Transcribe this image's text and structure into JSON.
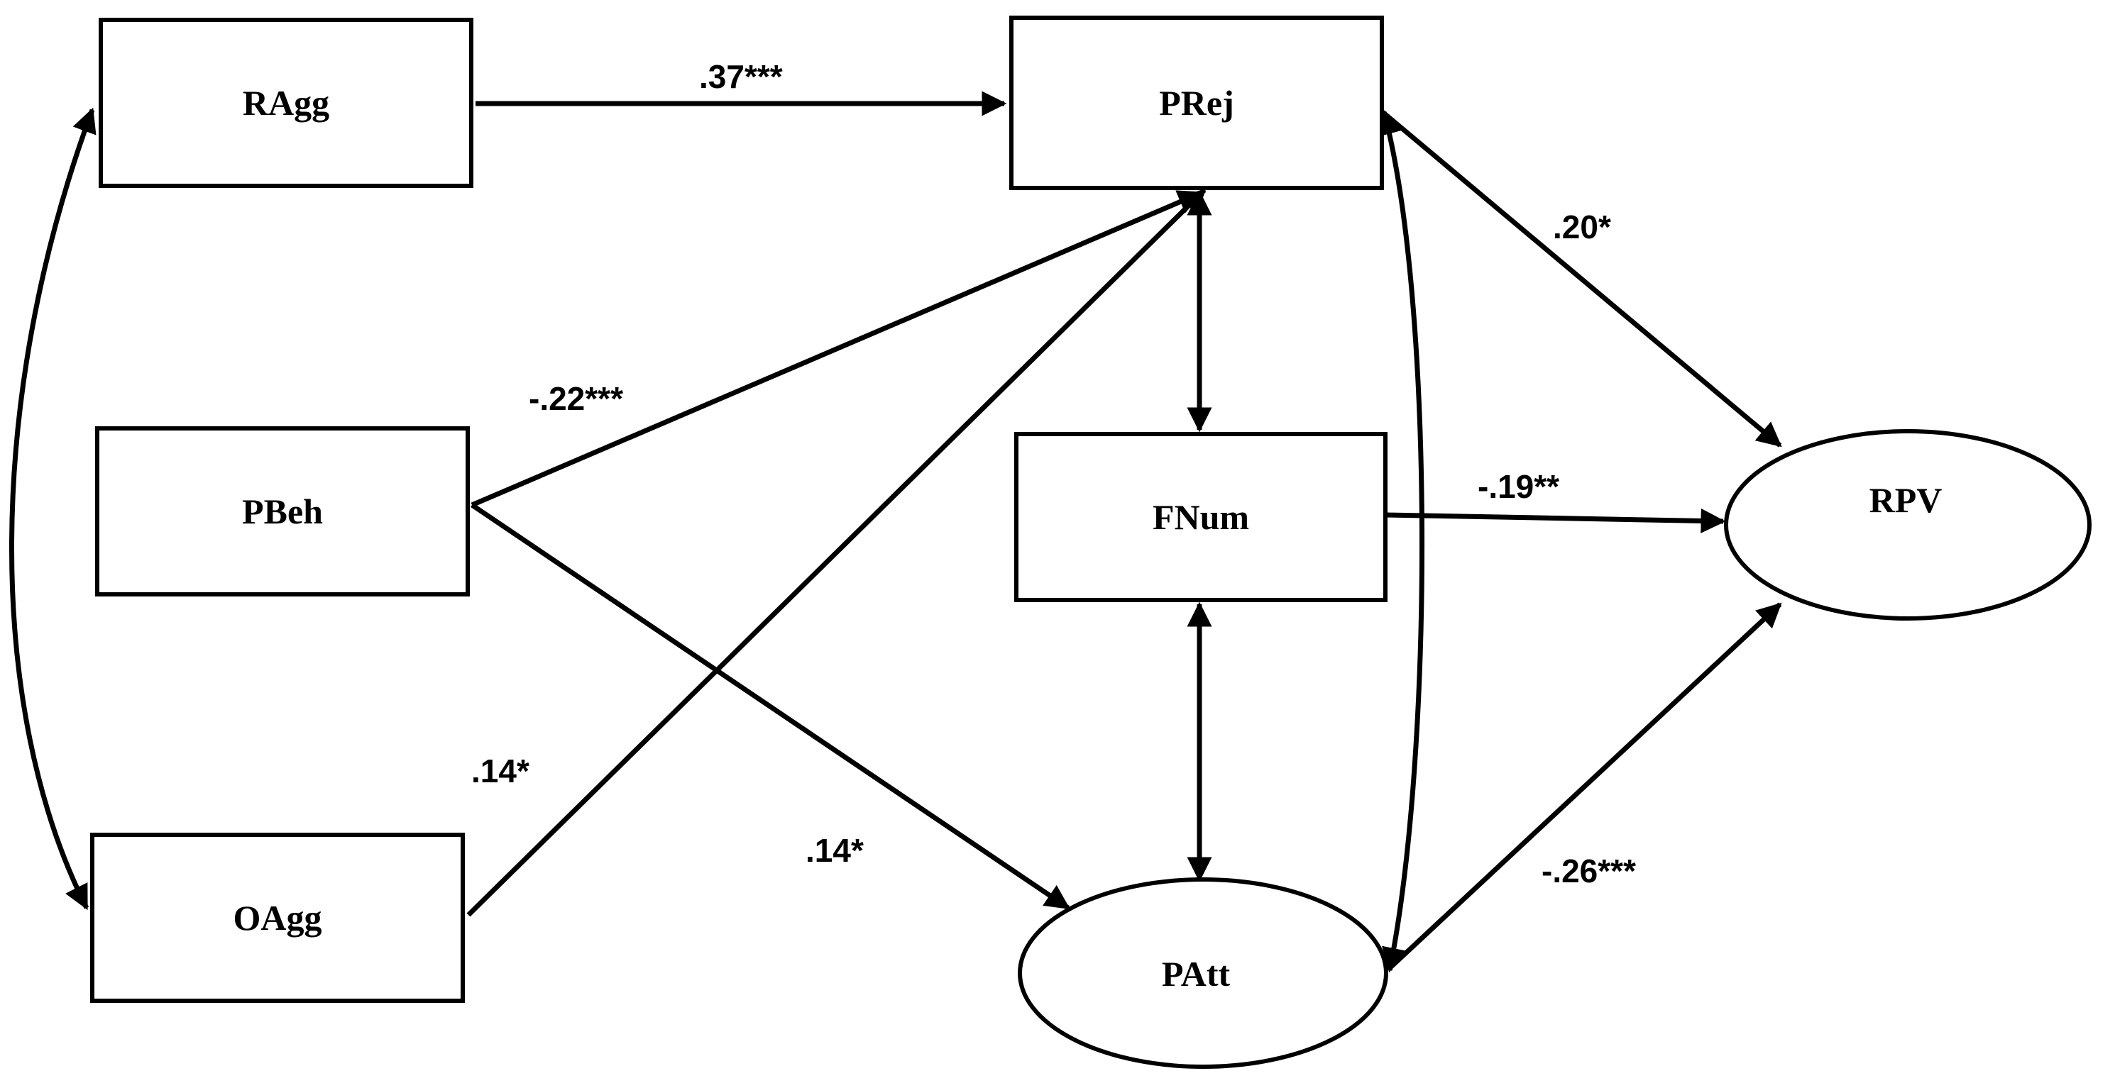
{
  "nodes": {
    "ragg": "RAgg",
    "pbeh": "PBeh",
    "oagg": "OAgg",
    "prej": "PRej",
    "fnum": "FNum",
    "patt": "PAtt",
    "rpv": "RPV"
  },
  "coefficients": {
    "ragg_prej": ".37***",
    "pbeh_prej": "-.22***",
    "oagg_prej": ".14*",
    "pbeh_patt": ".14*",
    "prej_rpv": ".20*",
    "fnum_rpv": "-.19**",
    "patt_rpv": "-.26***"
  },
  "colors": {
    "stroke": "#000000",
    "background": "#ffffff"
  }
}
